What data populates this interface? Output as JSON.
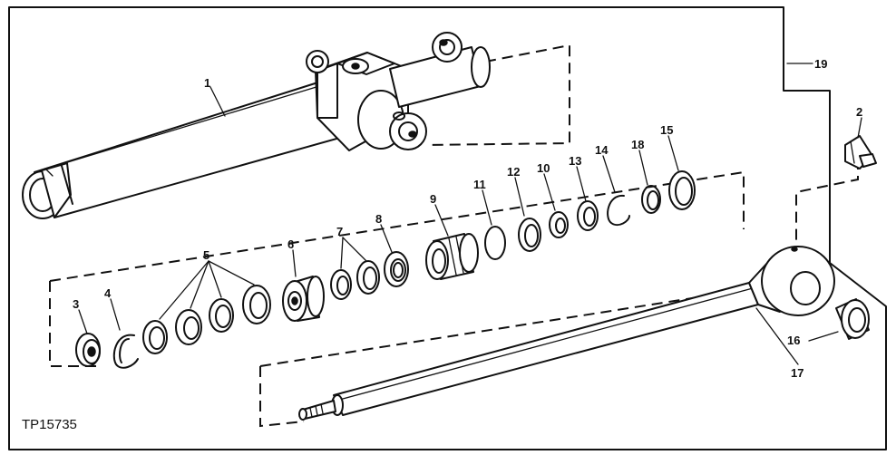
{
  "figure_id": "TP15735",
  "callouts": [
    "1",
    "2",
    "3",
    "4",
    "5",
    "6",
    "7",
    "8",
    "9",
    "10",
    "11",
    "12",
    "13",
    "14",
    "15",
    "16",
    "17",
    "18",
    "19"
  ]
}
